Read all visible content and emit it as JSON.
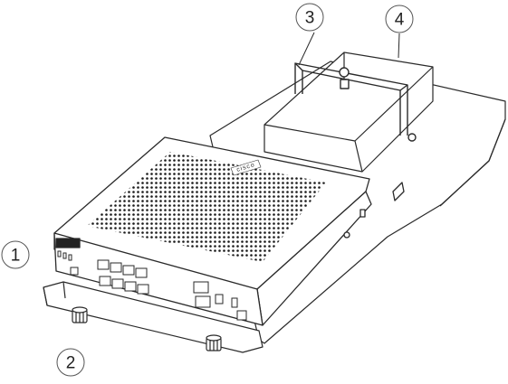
{
  "callouts": [
    {
      "number": "1"
    },
    {
      "number": "2"
    },
    {
      "number": "3"
    },
    {
      "number": "4"
    }
  ],
  "logo_text": "cisco",
  "colors": {
    "line": "#2a2a2a",
    "fill": "#ffffff",
    "mesh": "#1a1a1a"
  }
}
